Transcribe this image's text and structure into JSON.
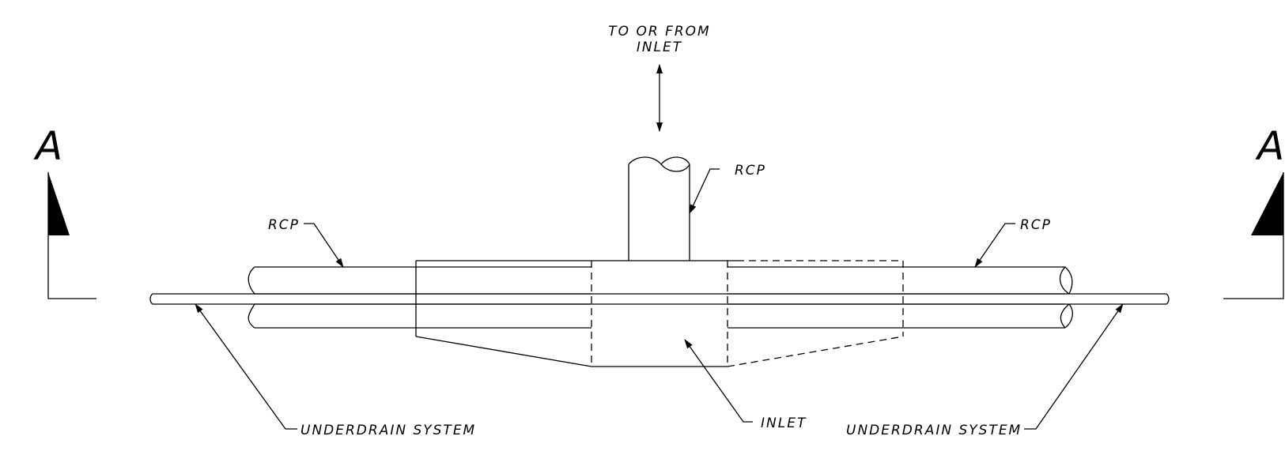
{
  "diagram": {
    "section_marks": {
      "left": "A",
      "right": "A"
    },
    "labels": {
      "flow_line1": "TO OR FROM",
      "flow_line2": "INLET",
      "rcp_top": "RCP",
      "rcp_left": "RCP",
      "rcp_right": "RCP",
      "underdrain_left": "UNDERDRAIN SYSTEM",
      "underdrain_right": "UNDERDRAIN SYSTEM",
      "inlet": "INLET"
    }
  }
}
